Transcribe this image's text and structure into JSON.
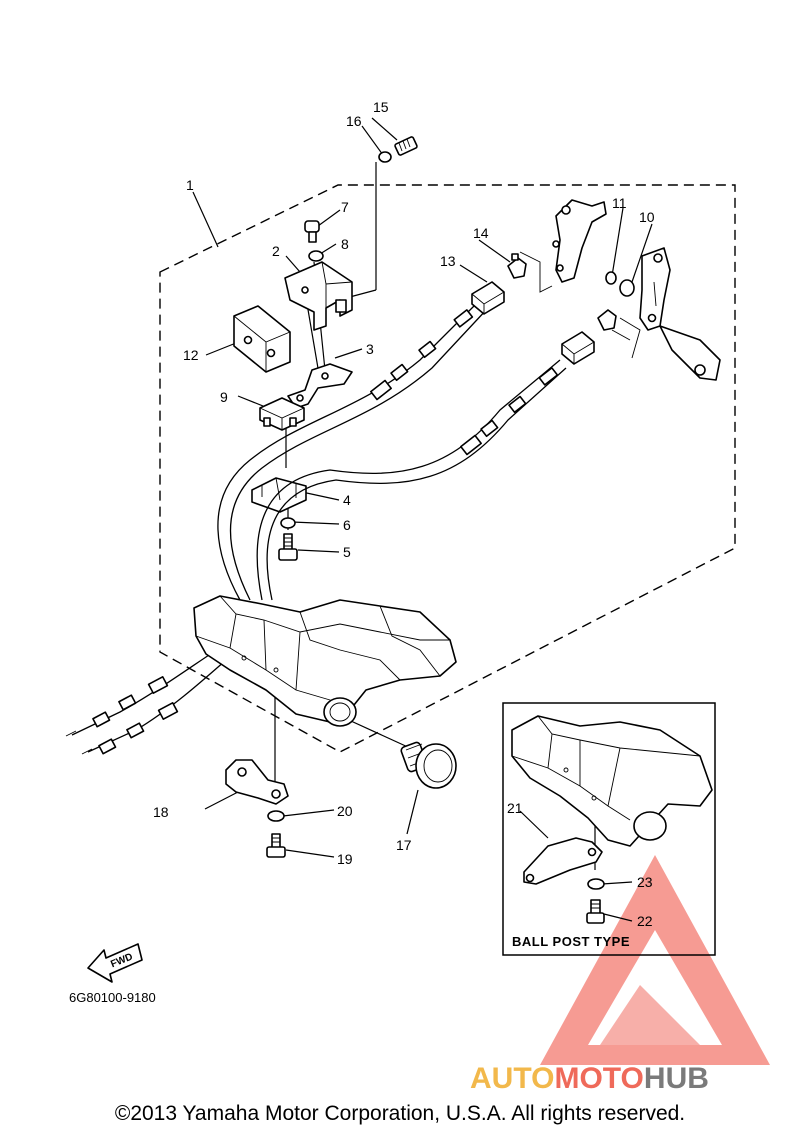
{
  "diagram": {
    "part_numbers": [
      "1",
      "2",
      "3",
      "4",
      "5",
      "6",
      "7",
      "8",
      "9",
      "10",
      "11",
      "12",
      "13",
      "14",
      "15",
      "16",
      "17",
      "18",
      "19",
      "20",
      "21",
      "22",
      "23"
    ],
    "drawing_code": "6G80100-9180",
    "inset_title": "BALL POST TYPE",
    "fwd_label": "FWD"
  },
  "watermark": {
    "part1": "AUTO",
    "part2": "MOTO",
    "part3": "HUB",
    "colors": {
      "auto": "#f2b84b",
      "moto": "#ef6a5a",
      "hub": "#7a7a7a",
      "logo": "#e8413a"
    }
  },
  "footer": {
    "copyright": "©2013 Yamaha Motor Corporation, U.S.A. All rights reserved."
  }
}
